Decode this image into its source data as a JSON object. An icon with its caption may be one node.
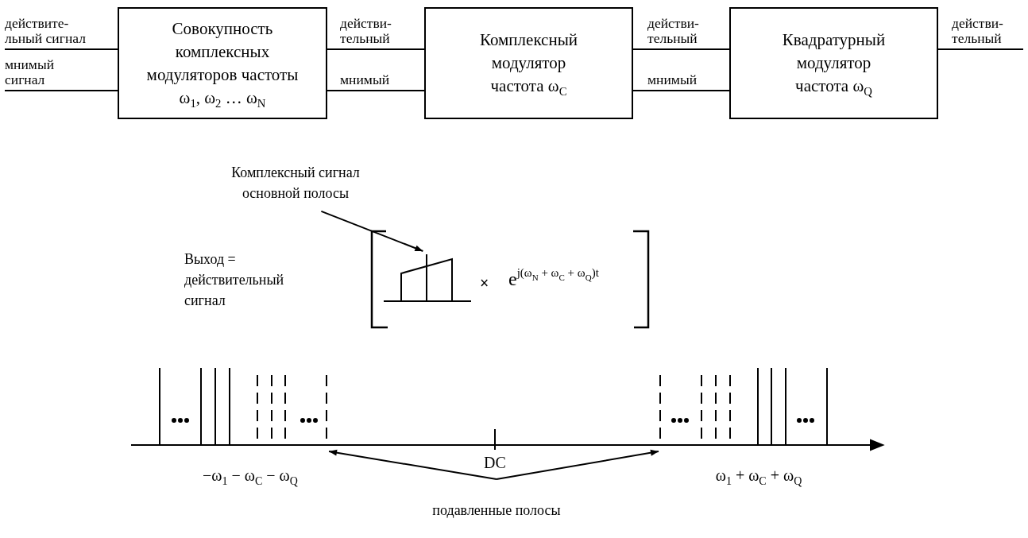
{
  "diagram": {
    "nodes": [
      {
        "text": [
          "Совокупность комплексных модуляторов частоты ω$_{1}$, ω$_{2}$ … ω$_{N}$"
        ]
      },
      {
        "text": [
          "Комплексный модулятор частота ω$_{C}$"
        ]
      },
      {
        "text": [
          "Квадратурный модулятор частота ω$_{Q}$"
        ]
      },
      {
        "text": [
          "Комплексный сигнал основной полосы"
        ]
      },
      {
        "text": [],
        "shape": "picture"
      },
      {
        "text": [
          "подавленные полосы"
        ]
      },
      {
        "text": [],
        "shape": "picture"
      },
      {
        "text": [],
        "shape": "picture"
      }
    ],
    "edges": [
      {
        "from": null,
        "to": 0,
        "arrow": "none",
        "label": "действите- льный сигнал"
      },
      {
        "from": null,
        "to": 0,
        "arrow": "none",
        "label": "мнимый сигнал"
      },
      {
        "from": 0,
        "to": 1,
        "arrow": "none",
        "label": "действи- тельный"
      },
      {
        "from": 0,
        "to": 1,
        "arrow": "none",
        "label": "мнимый"
      },
      {
        "from": 1,
        "to": 2,
        "arrow": "none",
        "label": "действи- тельный"
      },
      {
        "from": 1,
        "to": 2,
        "arrow": "none",
        "label": "мнимый"
      },
      {
        "from": 2,
        "to": null,
        "arrow": "none",
        "label": "действи- тельный"
      },
      {
        "from": 3,
        "to": 4,
        "arrow": "to"
      },
      {
        "from": 5,
        "to": 6,
        "arrow": "to"
      },
      {
        "from": 5,
        "to": 7,
        "arrow": "to"
      }
    ],
    "labels": [
      "Выход = действительный сигнал",
      "×",
      "e$^{j(ω}$$_{N}$$^{ + ω}$$_{C}$$^{ + ω}$$_{Q}$$^{)t}$",
      "DC",
      "−ω$_{1}$ − ω$_{C}$ − ω$_{Q}$",
      "ω$_{1}$ + ω$_{C}$ + ω$_{Q}$"
    ]
  }
}
